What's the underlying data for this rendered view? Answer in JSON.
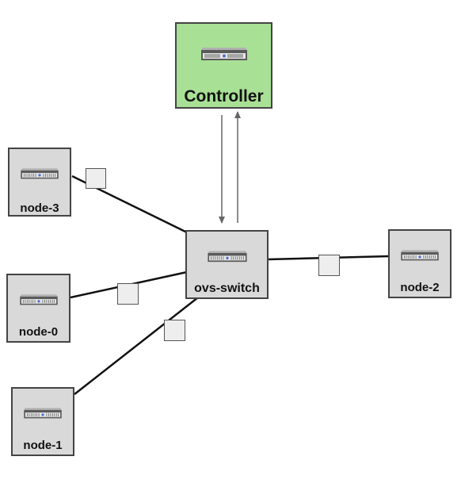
{
  "colors": {
    "controller_fill": "#a8e095",
    "node_fill": "#d9d9d9",
    "border": "#444444",
    "port_fill": "#eeeeee",
    "link": "#111111",
    "control_arrow": "#666666"
  },
  "controller": {
    "label": "Controller",
    "icon": "server-rack-icon"
  },
  "switch": {
    "label": "ovs-switch",
    "icon": "server-rack-icon"
  },
  "hosts": [
    {
      "id": "node-3",
      "label": "node-3",
      "icon": "server-rack-icon"
    },
    {
      "id": "node-0",
      "label": "node-0",
      "icon": "server-rack-icon"
    },
    {
      "id": "node-1",
      "label": "node-1",
      "icon": "server-rack-icon"
    },
    {
      "id": "node-2",
      "label": "node-2",
      "icon": "server-rack-icon"
    }
  ],
  "links": [
    {
      "from": "node-3",
      "to": "ovs-switch"
    },
    {
      "from": "node-0",
      "to": "ovs-switch"
    },
    {
      "from": "node-1",
      "to": "ovs-switch"
    },
    {
      "from": "ovs-switch",
      "to": "node-2"
    }
  ],
  "control_channel": {
    "from": "Controller",
    "to": "ovs-switch",
    "bidirectional": true
  }
}
